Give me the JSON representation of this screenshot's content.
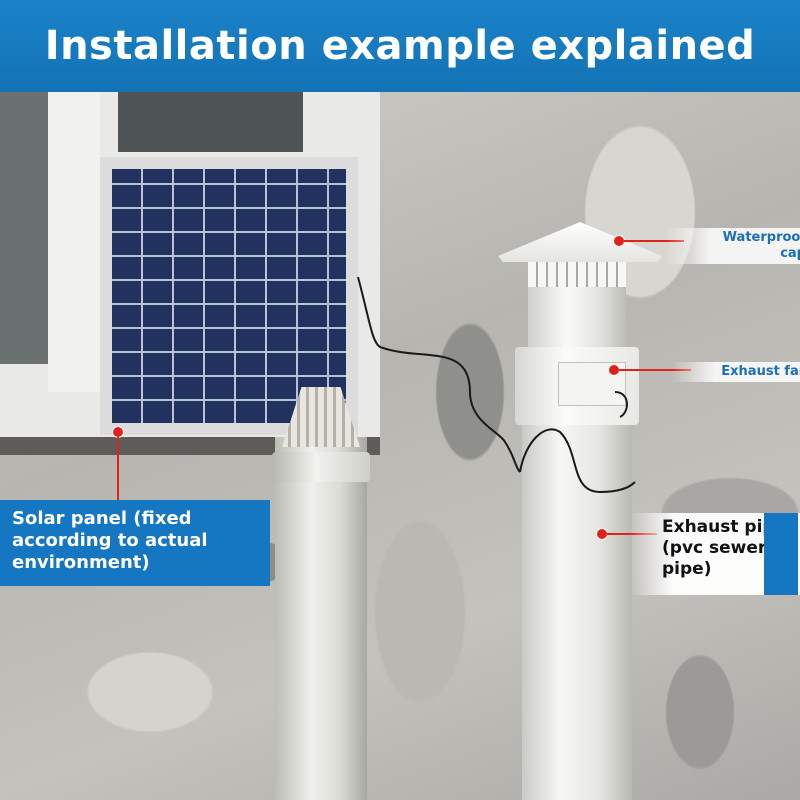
{
  "header": {
    "title": "Installation example explained"
  },
  "callouts": {
    "waterproof_cap": "Waterproof\ncap",
    "exhaust_fan": "Exhaust fan",
    "solar_panel": "Solar panel (fixed according to actual environment)",
    "exhaust_pipe": "Exhaust pipe (pvc sewer pipe)"
  },
  "colors": {
    "header_bg": "#1576c1",
    "accent_red": "#e0211c",
    "label_blue": "#1a6fb8"
  }
}
